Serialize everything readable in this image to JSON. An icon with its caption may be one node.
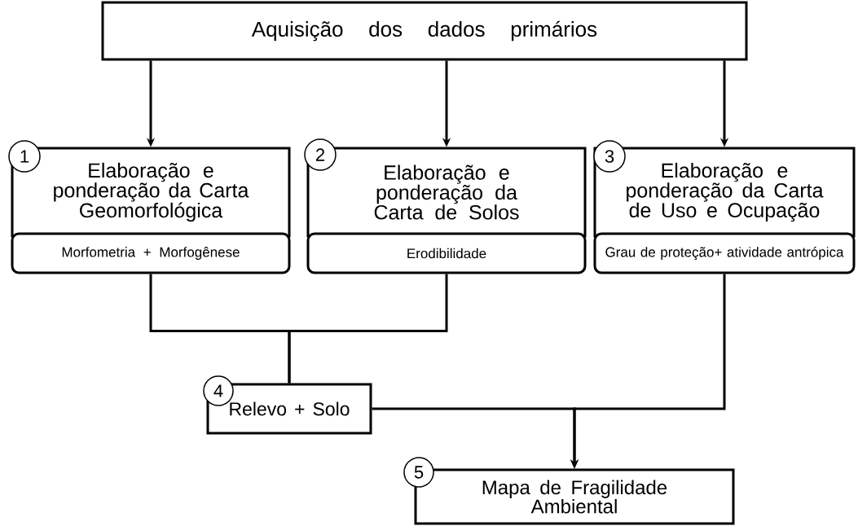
{
  "diagram": {
    "nodes": [
      {
        "text": [
          "Aquisição dos dados primários"
        ]
      },
      {
        "text": [
          "Elaboração e ponderação da Carta Geomorfológica"
        ]
      },
      {
        "text": [
          "1"
        ]
      },
      {
        "text": [
          "Morfometria + Morfogênese"
        ]
      },
      {
        "text": [
          "Elaboração e ponderação da Carta de Solos"
        ]
      },
      {
        "text": [
          "2"
        ]
      },
      {
        "text": [
          "Erodibilidade"
        ]
      },
      {
        "text": [
          "Elaboração e ponderação da Carta de Uso e Ocupação"
        ]
      },
      {
        "text": [
          "3"
        ]
      },
      {
        "text": [
          "Grau de proteção+ atividade antrópica"
        ]
      },
      {
        "text": [
          "Relevo + Solo"
        ]
      },
      {
        "text": [
          "4"
        ]
      },
      {
        "text": [
          "Mapa de Fragilidade Ambiental"
        ]
      },
      {
        "text": [
          "5"
        ]
      }
    ],
    "edges": [
      {
        "from": 0,
        "to": 1,
        "arrow": "to"
      },
      {
        "from": 0,
        "to": 4,
        "arrow": "to"
      },
      {
        "from": 0,
        "to": 7,
        "arrow": "to"
      },
      {
        "from": 3,
        "to": 10,
        "arrow": "none"
      },
      {
        "from": 6,
        "to": 10,
        "arrow": "none"
      },
      {
        "from": 10,
        "to": 12,
        "arrow": "to"
      },
      {
        "from": 9,
        "to": 12,
        "arrow": "to"
      }
    ]
  }
}
